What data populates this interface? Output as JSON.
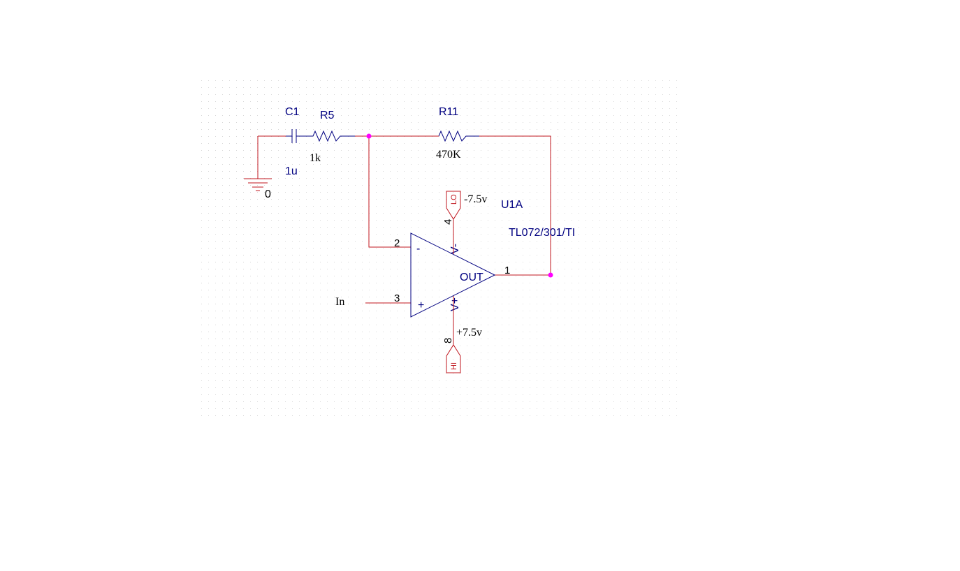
{
  "components": {
    "c1": {
      "ref": "C1",
      "value": "1u"
    },
    "r5": {
      "ref": "R5",
      "value": "1k"
    },
    "r11": {
      "ref": "R11",
      "value": "470K"
    },
    "u1a": {
      "ref": "U1A",
      "part": "TL072/301/TI"
    },
    "ground": {
      "net": "0"
    }
  },
  "opamp": {
    "inv_sign": "-",
    "noninv_sign": "+",
    "out_label": "OUT",
    "vneg_label": "V-",
    "vpos_label": "V+",
    "pin_inv": "2",
    "pin_noninv": "3",
    "pin_out": "1",
    "pin_vneg": "4",
    "pin_vpos": "8"
  },
  "power": {
    "neg_supply": "-7.5v",
    "pos_supply": "+7.5v",
    "neg_port_text": "LO",
    "pos_port_text": "HI"
  },
  "nets": {
    "input": "In"
  },
  "colors": {
    "wire": "#c0171f",
    "part": "#000080",
    "junction": "#ff00ff",
    "grid_dot": "#d8d8d8"
  }
}
